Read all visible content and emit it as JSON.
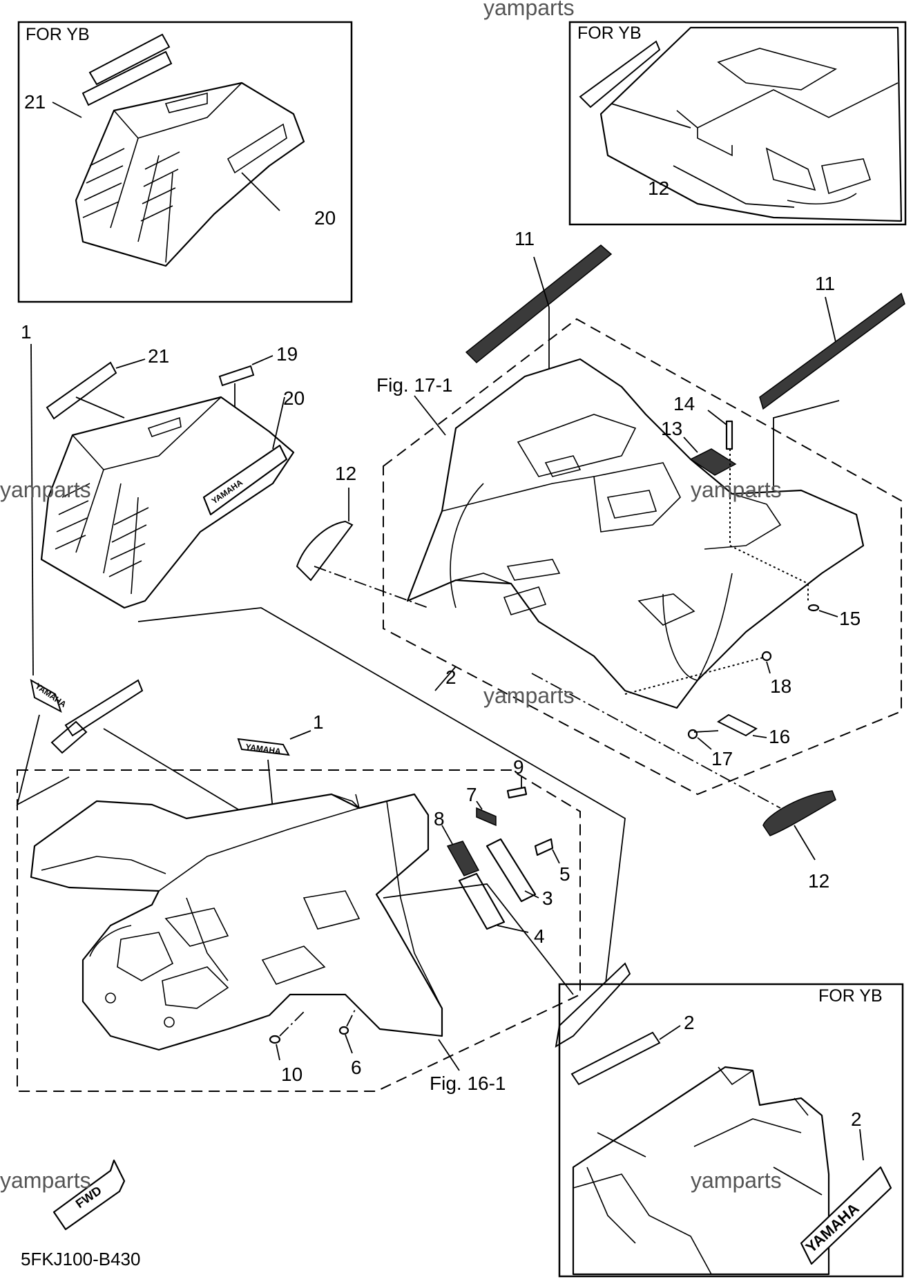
{
  "watermarks": [
    "yamparts",
    "yamparts",
    "yamparts",
    "yamparts",
    "yamparts",
    "yamparts"
  ],
  "inset_titles": {
    "top_left": "FOR YB",
    "top_right": "FOR YB",
    "bottom_right": "FOR YB"
  },
  "figure_refs": {
    "rear": "Fig. 17-1",
    "front": "Fig. 16-1"
  },
  "labels": {
    "tl_21": "21",
    "tl_20": "20",
    "tr_12": "12",
    "c_11a": "11",
    "c_11b": "11",
    "c_21": "21",
    "c_19": "19",
    "c_20": "20",
    "c_12a": "12",
    "c_14": "14",
    "c_13": "13",
    "c_15": "15",
    "c_18": "18",
    "c_16": "16",
    "c_17": "17",
    "c_12b": "12",
    "c_1a": "1",
    "c_1b": "1",
    "c_2": "2",
    "c_9": "9",
    "c_7": "7",
    "c_8": "8",
    "c_5": "5",
    "c_3": "3",
    "c_4": "4",
    "c_10": "10",
    "c_6": "6",
    "br_2a": "2",
    "br_2b": "2"
  },
  "emblems": {
    "yamaha": "YAMAHA",
    "fwd": "FWD"
  },
  "diagram_code": "5FKJ100-B430"
}
